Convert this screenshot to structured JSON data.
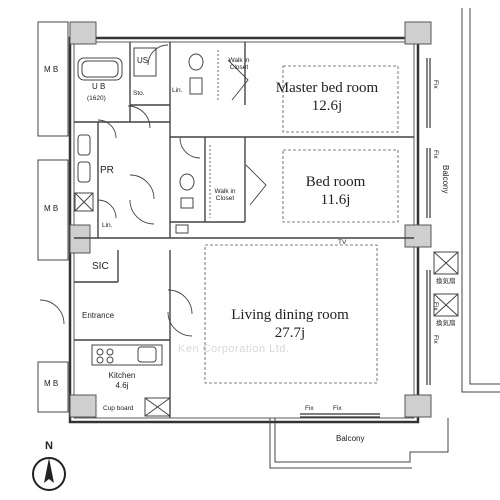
{
  "rooms": {
    "master_bed": {
      "name": "Master bed room",
      "size": "12.6j"
    },
    "bed": {
      "name": "Bed room",
      "size": "11.6j"
    },
    "living": {
      "name": "Living dining room",
      "size": "27.7j"
    },
    "kitchen": {
      "name": "Kitchen",
      "size": "4.6j"
    }
  },
  "labels": {
    "mb": "M B",
    "ub": "U B",
    "ub_size": "(1620)",
    "us": "US",
    "sto": "Sto.",
    "lin": "Lin.",
    "walk_in_closet_1": "Walk in Closet",
    "walk_in_closet_2": "Walk in Closet",
    "pr": "PR",
    "sic": "SIC",
    "entrance": "Entrance",
    "cup_board": "Cup board",
    "balcony": "Balcony",
    "fix": "Fix",
    "tv": "TV",
    "north": "N",
    "vent_1": "換気扇",
    "vent_2": "換気扇",
    "watermark": "Ken Corporation Ltd."
  }
}
